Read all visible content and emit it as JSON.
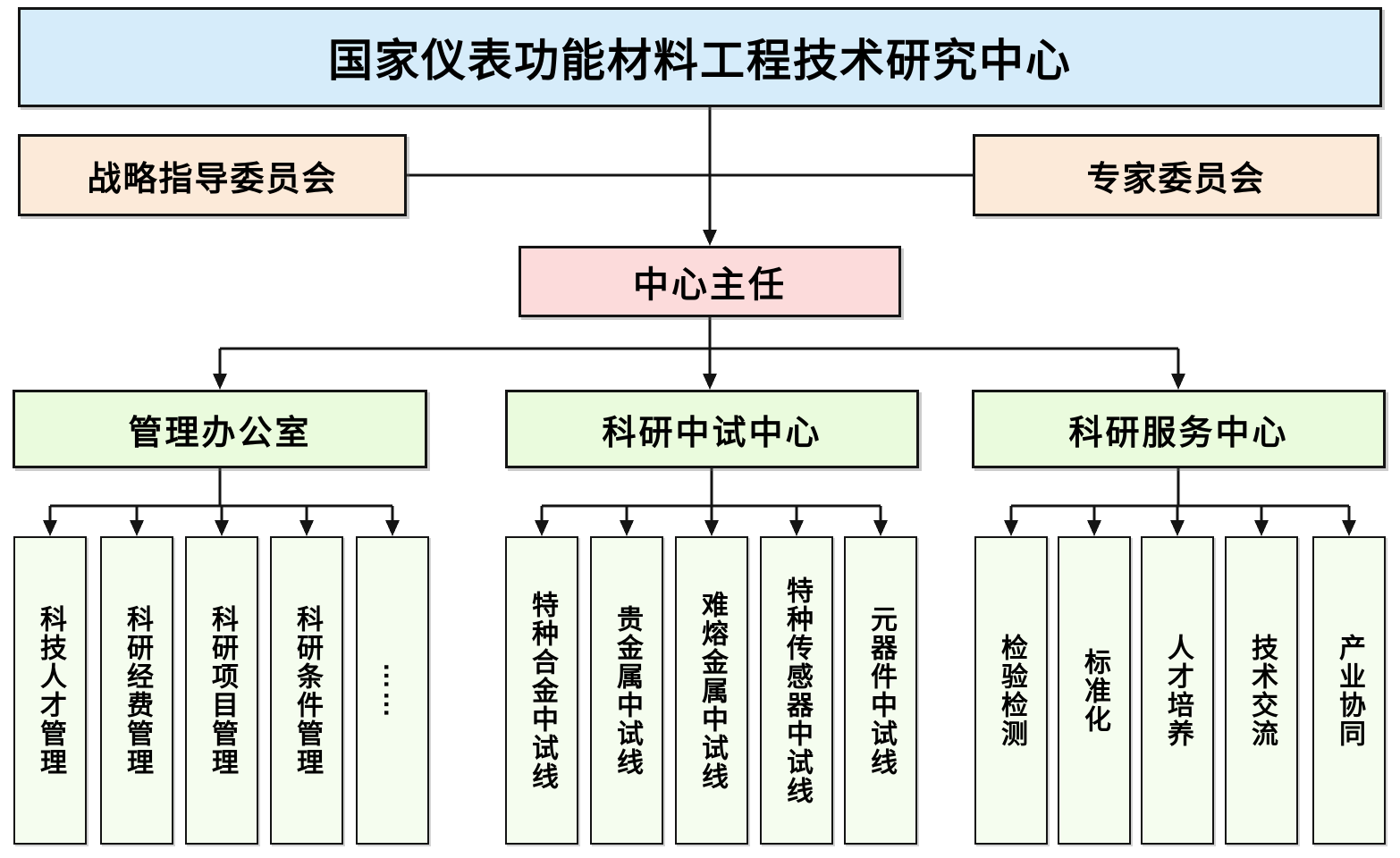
{
  "title": "国家仪表功能材料工程技术研究中心",
  "committees": {
    "left": "战略指导委员会",
    "right": "专家委员会"
  },
  "director": "中心主任",
  "departments": [
    {
      "name": "管理办公室",
      "children": [
        "科技人才管理",
        "科研经费管理",
        "科研项目管理",
        "科研条件管理",
        "……"
      ]
    },
    {
      "name": "科研中试中心",
      "children": [
        "特种合金中试线",
        "贵金属中试线",
        "难熔金属中试线",
        "特种传感器中试线",
        "元器件中试线"
      ]
    },
    {
      "name": "科研服务中心",
      "children": [
        "检验检测",
        "标准化",
        "人才培养",
        "技术交流",
        "产业协同"
      ]
    }
  ],
  "colors": {
    "banner_fill": "#d6ecfa",
    "committee_fill": "#fcead9",
    "director_fill": "#fcdbdb",
    "dept_fill": "#eafbdd",
    "child_fill": "#f5fdef",
    "line": "#141414",
    "text": "#000000"
  }
}
